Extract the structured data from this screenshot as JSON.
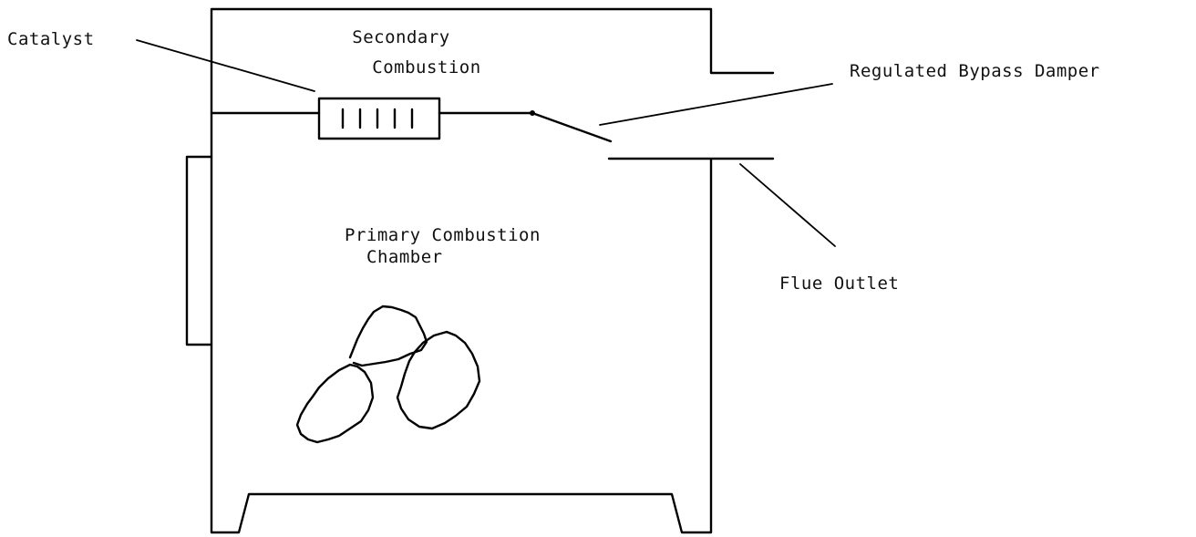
{
  "labels": {
    "catalyst": "Catalyst",
    "secondary_line1": "Secondary",
    "secondary_line2": "Combustion",
    "damper": "Regulated Bypass Damper",
    "primary_line1": "Primary Combustion",
    "primary_line2": "Chamber",
    "flue": "Flue Outlet"
  },
  "colors": {
    "ink": "#000000",
    "background": "#ffffff"
  }
}
